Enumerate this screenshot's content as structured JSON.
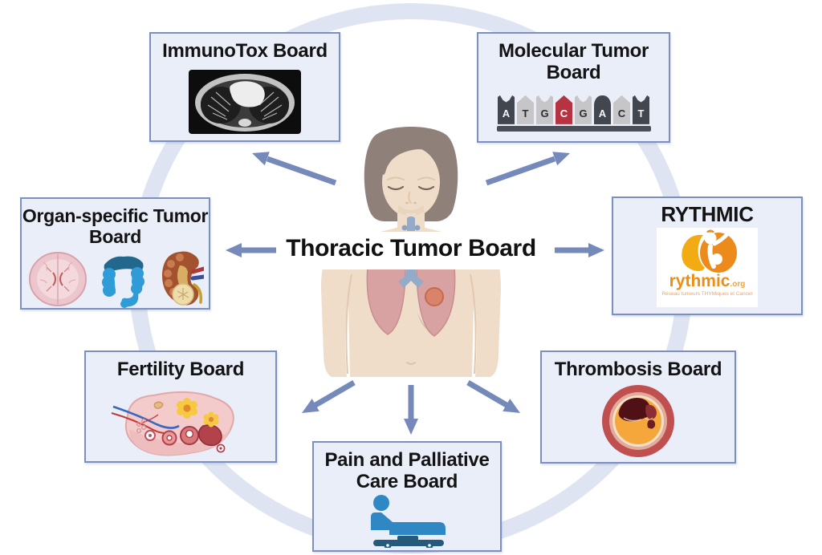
{
  "title": "Thoracic Tumor Board",
  "boxes": {
    "immunotox": {
      "title": "ImmunoTox Board",
      "icon": "ct-scan-lung-icon"
    },
    "molecular": {
      "title": "Molecular Tumor Board",
      "icon": "dna-sequence-icon",
      "sequence": [
        "A",
        "T",
        "G",
        "C",
        "G",
        "A",
        "C",
        "T"
      ]
    },
    "organ": {
      "title": "Organ-specific Tumor Board",
      "icons": [
        "brain-icon",
        "colon-icon",
        "kidney-icon"
      ]
    },
    "rythmic": {
      "title": "RYTHMIC",
      "icon": "rythmic-logo",
      "logo_text": "rythmic",
      "logo_suffix": ".org",
      "logo_caption": "Réseau tumeurs THYMiques et Cancer"
    },
    "fertility": {
      "title": "Fertility Board",
      "icon": "ovary-icon"
    },
    "thrombosis": {
      "title": "Thrombosis Board",
      "icon": "vessel-clot-cross-section-icon"
    },
    "pain": {
      "title": "Pain and Palliative Care Board",
      "icon": "hospital-bed-icon"
    }
  },
  "center_figure": "female-patient-with-lung-tumor",
  "colors": {
    "box_background": "#e9eef9",
    "box_border": "#7b90c1",
    "arrow": "#7589ba",
    "ring": "#dee4f2",
    "dna_highlight": "#b63442",
    "skin": "#efddc9",
    "hair": "#8f8179",
    "lung": "#d9a2a2",
    "tumor": "#d9846a",
    "logo_orange": "#ef8d12"
  }
}
